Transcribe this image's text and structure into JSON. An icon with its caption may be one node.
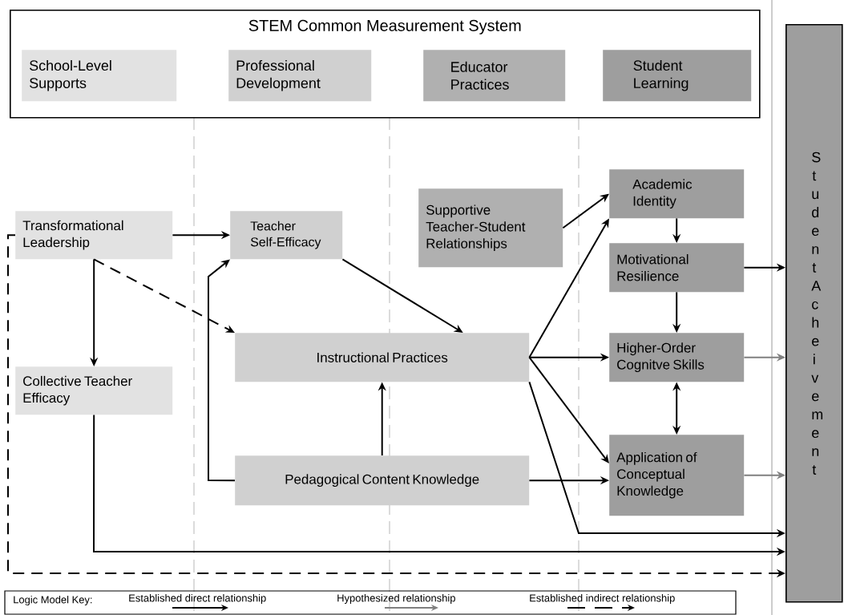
{
  "diagram": {
    "nodes": [
      {
        "text": [
          "STEM Common Measurement System"
        ]
      },
      {
        "text": [
          "School-Level Supports"
        ],
        "in": 0
      },
      {
        "text": [
          "Professional Development"
        ],
        "in": 0
      },
      {
        "text": [
          "Educator Practices"
        ],
        "in": 0
      },
      {
        "text": [
          "Student Learning"
        ],
        "in": 0
      },
      {
        "text": [
          "Transformational Leadership"
        ]
      },
      {
        "text": [
          "Teacher Self-Efficacy"
        ]
      },
      {
        "text": [
          "Collective Teacher Efficacy"
        ]
      },
      {
        "text": [
          "Instructional Practices"
        ]
      },
      {
        "text": [
          "Pedagogical Content Knowledge"
        ]
      },
      {
        "text": [
          "Supportive Teacher-Student Relationships"
        ]
      },
      {
        "text": [
          "Academic Identity"
        ]
      },
      {
        "text": [
          "Motivational Resilience"
        ]
      },
      {
        "text": [
          "Higher-Order Cognitve Skills"
        ]
      },
      {
        "text": [
          "Application of Conceptual Knowledge"
        ]
      },
      {
        "text": [
          "Student Acheivement"
        ]
      }
    ],
    "edges": [
      {
        "from": 5,
        "to": 6,
        "arrow": "to"
      },
      {
        "from": 5,
        "to": 7,
        "arrow": "to"
      },
      {
        "from": 5,
        "to": 8,
        "arrow": "to",
        "style": "dashed"
      },
      {
        "from": 9,
        "to": 6,
        "arrow": "to"
      },
      {
        "from": 6,
        "to": 8,
        "arrow": "to"
      },
      {
        "from": 9,
        "to": 8,
        "arrow": "to"
      },
      {
        "from": 9,
        "to": 14,
        "arrow": "to"
      },
      {
        "from": 10,
        "to": 11,
        "arrow": "to"
      },
      {
        "from": 8,
        "to": 11,
        "arrow": "to"
      },
      {
        "from": 8,
        "to": 13,
        "arrow": "to"
      },
      {
        "from": 8,
        "to": 14,
        "arrow": "to"
      },
      {
        "from": 8,
        "to": 15,
        "arrow": "to"
      },
      {
        "from": 11,
        "to": 12,
        "arrow": "to"
      },
      {
        "from": 12,
        "to": 13,
        "arrow": "to"
      },
      {
        "from": 13,
        "to": 14,
        "arrow": "both"
      },
      {
        "from": 12,
        "to": 15,
        "arrow": "to"
      },
      {
        "from": 13,
        "to": 15,
        "arrow": "to",
        "color": "#808080"
      },
      {
        "from": 14,
        "to": 15,
        "arrow": "to",
        "color": "#808080"
      },
      {
        "from": 7,
        "to": 15,
        "arrow": "to"
      },
      {
        "from": 5,
        "to": 15,
        "arrow": "to",
        "style": "dashed"
      }
    ],
    "labels": [
      "Logic Model Key:"
    ],
    "legend": [
      {
        "text": "Established direct relationship"
      },
      {
        "text": "Hypothesized relationship"
      },
      {
        "text": "Established indirect relationship"
      }
    ]
  }
}
